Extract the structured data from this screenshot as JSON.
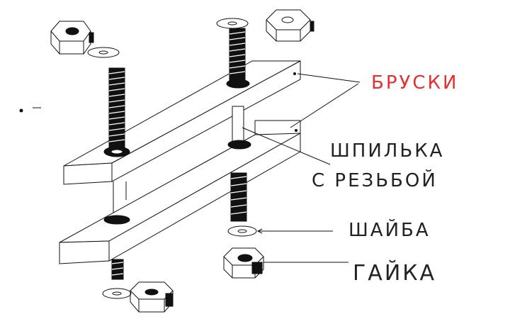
{
  "labels": {
    "bars": "БРУСКИ",
    "stud_line1": "ШПИЛЬКА",
    "stud_line2": "С РЕЗЬБОЙ",
    "washer": "ШАЙБА",
    "nut": "ГАЙКА"
  },
  "colors": {
    "bars_label": "#e53030",
    "ink": "#111111",
    "label_ink": "#222222"
  }
}
